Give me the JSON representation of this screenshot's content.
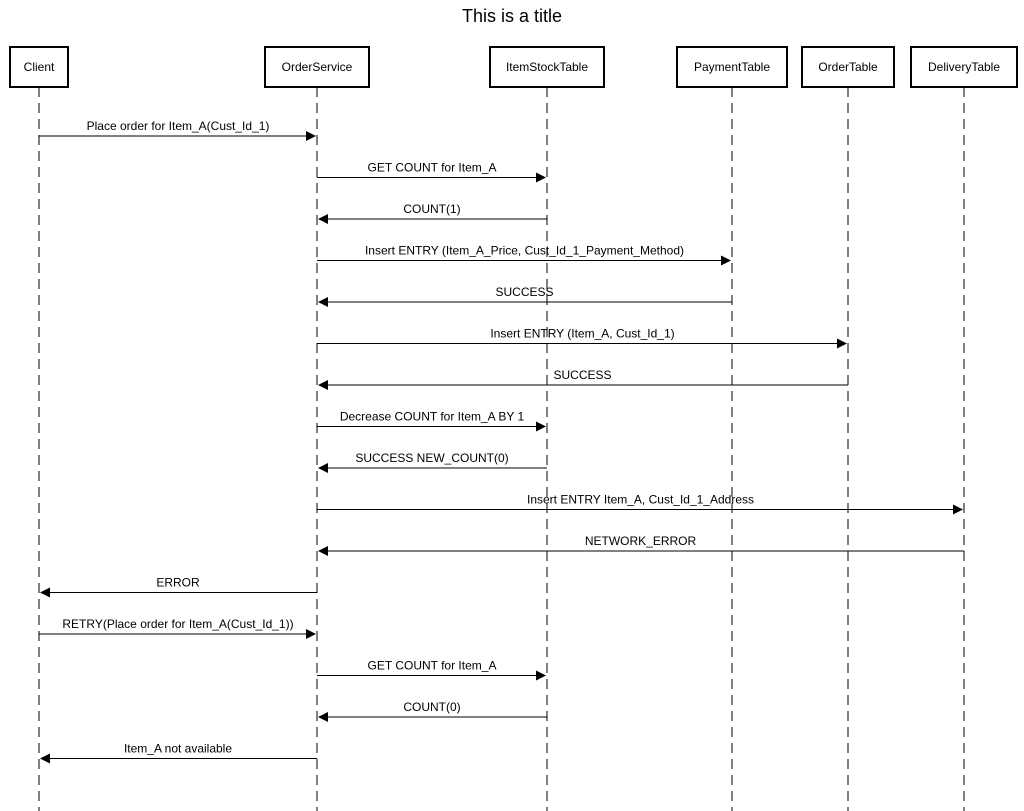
{
  "title": "This is a title",
  "participants": [
    {
      "id": "client",
      "label": "Client"
    },
    {
      "id": "orderservice",
      "label": "OrderService"
    },
    {
      "id": "itemstocktable",
      "label": "ItemStockTable"
    },
    {
      "id": "paymenttable",
      "label": "PaymentTable"
    },
    {
      "id": "ordertable",
      "label": "OrderTable"
    },
    {
      "id": "deliverytable",
      "label": "DeliveryTable"
    }
  ],
  "messages": [
    {
      "from": "client",
      "to": "orderservice",
      "label": "Place order for Item_A(Cust_Id_1)"
    },
    {
      "from": "orderservice",
      "to": "itemstocktable",
      "label": "GET COUNT for Item_A"
    },
    {
      "from": "itemstocktable",
      "to": "orderservice",
      "label": "COUNT(1)"
    },
    {
      "from": "orderservice",
      "to": "paymenttable",
      "label": "Insert ENTRY (Item_A_Price, Cust_Id_1_Payment_Method)"
    },
    {
      "from": "paymenttable",
      "to": "orderservice",
      "label": "SUCCESS"
    },
    {
      "from": "orderservice",
      "to": "ordertable",
      "label": "Insert ENTRY (Item_A, Cust_Id_1)"
    },
    {
      "from": "ordertable",
      "to": "orderservice",
      "label": "SUCCESS"
    },
    {
      "from": "orderservice",
      "to": "itemstocktable",
      "label": "Decrease COUNT for Item_A BY 1"
    },
    {
      "from": "itemstocktable",
      "to": "orderservice",
      "label": "SUCCESS NEW_COUNT(0)"
    },
    {
      "from": "orderservice",
      "to": "deliverytable",
      "label": "Insert ENTRY Item_A, Cust_Id_1_Address"
    },
    {
      "from": "deliverytable",
      "to": "orderservice",
      "label": "NETWORK_ERROR"
    },
    {
      "from": "orderservice",
      "to": "client",
      "label": "ERROR"
    },
    {
      "from": "client",
      "to": "orderservice",
      "label": "RETRY(Place order for Item_A(Cust_Id_1))"
    },
    {
      "from": "orderservice",
      "to": "itemstocktable",
      "label": "GET COUNT for Item_A"
    },
    {
      "from": "itemstocktable",
      "to": "orderservice",
      "label": "COUNT(0)"
    },
    {
      "from": "orderservice",
      "to": "client",
      "label": "Item_A not available"
    }
  ]
}
